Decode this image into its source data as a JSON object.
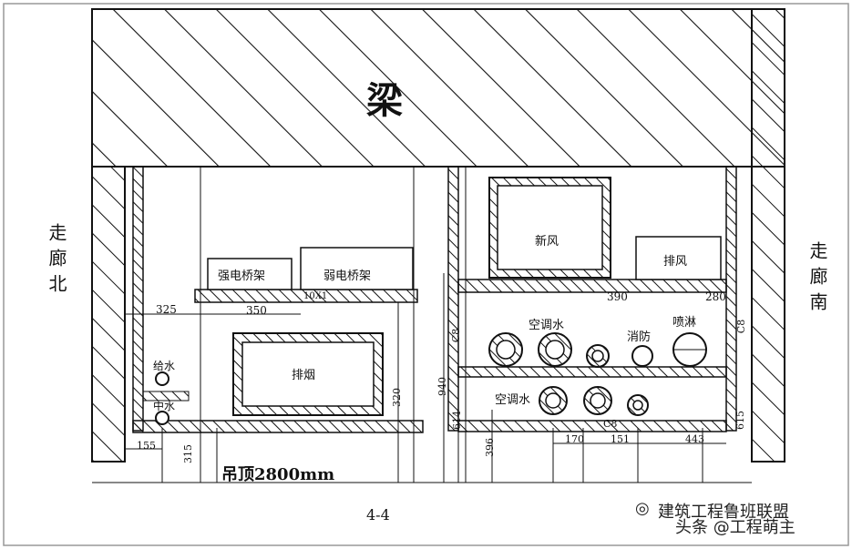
{
  "beam_label": "梁",
  "left_side_label": "走廊北",
  "right_side_label": "走廊南",
  "section_label": "4-4",
  "ceiling_label": "吊顶2800mm",
  "left_equipment": {
    "strong_tray": "强电桥架",
    "weak_tray": "弱电桥架",
    "smoke_exhaust": "排烟",
    "water_supply": "给水",
    "reclaimed_water": "中水"
  },
  "right_equipment": {
    "fresh_air": "新风",
    "exhaust_air": "排风",
    "ac_water_upper": "空调水",
    "fire_protection": "消防",
    "sprinkler": "喷淋",
    "ac_water_lower": "空调水"
  },
  "dimensions": {
    "d325": "325",
    "d350": "350",
    "d10x1": "10X1",
    "d390": "390",
    "d280": "280",
    "d155": "155",
    "d315": "315",
    "d320": "320",
    "d940": "940",
    "d614": "614",
    "d396": "396",
    "d170": "170",
    "d151": "151",
    "d443": "443",
    "d615": "615",
    "c8a": "C8",
    "c8b": "C8",
    "c8c": "C8"
  },
  "watermark": {
    "line1": "建筑工程鲁班联盟",
    "line2": "头条 @工程萌主"
  }
}
